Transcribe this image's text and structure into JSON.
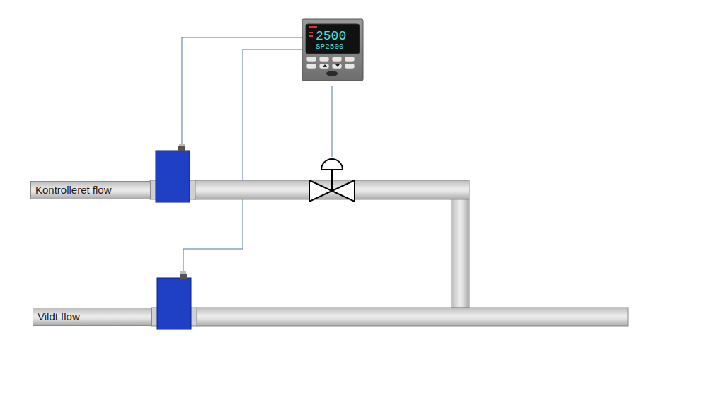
{
  "diagram": {
    "nodes": [
      {
        "text": [
          "Kontrolleret flow"
        ]
      },
      {
        "text": [
          "Vildt flow"
        ]
      },
      {
        "text": [
          "2500",
          "SP2500"
        ]
      }
    ]
  }
}
